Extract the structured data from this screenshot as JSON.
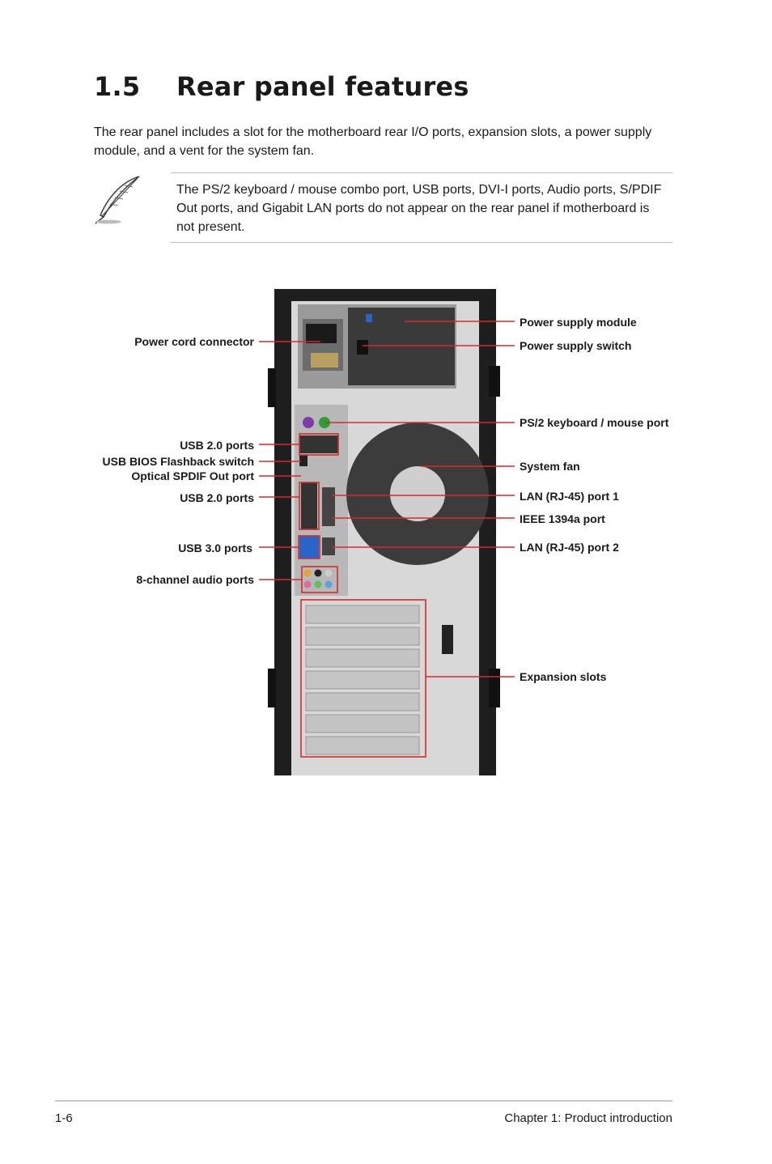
{
  "heading": {
    "number": "1.5",
    "title": "Rear panel features"
  },
  "intro": "The rear panel includes a slot for the motherboard rear I/O ports, expansion slots, a power supply module, and a vent for the system fan.",
  "note": {
    "icon": "feather-pen-icon",
    "text": "The PS/2 keyboard / mouse combo port, USB ports, DVI-I ports, Audio ports, S/PDIF Out ports, and Gigabit LAN ports do not appear on the rear panel if motherboard is not present."
  },
  "callouts_left": {
    "power_cord": "Power cord connector",
    "usb20_top": "USB 2.0 ports",
    "bios_flashback": "USB BIOS Flashback switch",
    "spdif": "Optical SPDIF Out port",
    "usb20_mid": "USB 2.0 ports",
    "usb30": "USB 3.0 ports",
    "audio": "8-channel audio ports"
  },
  "callouts_right": {
    "psu_module": "Power supply module",
    "psu_switch": "Power supply switch",
    "ps2": "PS/2 keyboard / mouse port",
    "fan": "System fan",
    "lan1": "LAN (RJ-45) port 1",
    "ieee1394": "IEEE 1394a port",
    "lan2": "LAN (RJ-45) port 2",
    "expansion": "Expansion slots"
  },
  "colors": {
    "callout": "#d42a2a",
    "text": "#1a1a1a"
  },
  "footer": {
    "page": "1-6",
    "chapter": "Chapter 1:  Product introduction"
  }
}
